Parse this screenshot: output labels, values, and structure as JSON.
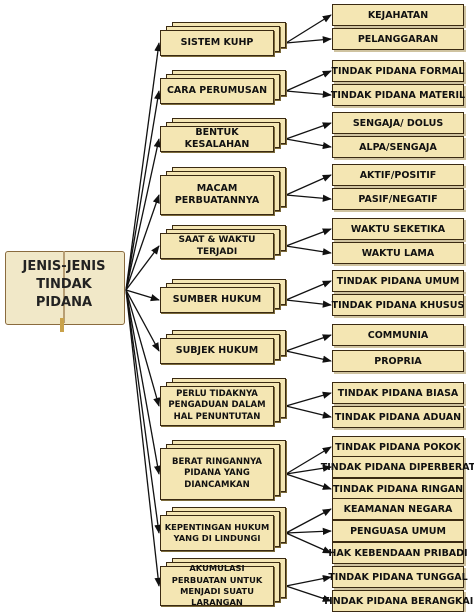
{
  "root": {
    "label": "JENIS-JENIS TINDAK PIDANA"
  },
  "categories": [
    {
      "label": "SISTEM KUHP",
      "items": [
        "KEJAHATAN",
        "PELANGGARAN"
      ]
    },
    {
      "label": "CARA PERUMUSAN",
      "items": [
        "TINDAK PIDANA FORMAL",
        "TINDAK PIDANA MATERIL"
      ]
    },
    {
      "label": "BENTUK KESALAHAN",
      "items": [
        "SENGAJA/ DOLUS",
        "ALPA/SENGAJA"
      ]
    },
    {
      "label": "MACAM PERBUATANNYA",
      "items": [
        "AKTIF/POSITIF",
        "PASIF/NEGATIF"
      ]
    },
    {
      "label": "SAAT & WAKTU TERJADI",
      "items": [
        "WAKTU SEKETIKA",
        "WAKTU LAMA"
      ]
    },
    {
      "label": "SUMBER HUKUM",
      "items": [
        "TINDAK PIDANA UMUM",
        "TINDAK PIDANA KHUSUS"
      ]
    },
    {
      "label": "SUBJEK HUKUM",
      "items": [
        "COMMUNIA",
        "PROPRIA"
      ]
    },
    {
      "label": "PERLU TIDAKNYA PENGADUAN DALAM HAL PENUNTUTAN",
      "items": [
        "TINDAK PIDANA BIASA",
        "TINDAK PIDANA ADUAN"
      ]
    },
    {
      "label": "BERAT RINGANNYA PIDANA YANG DIANCAMKAN",
      "items": [
        "TINDAK PIDANA POKOK",
        "TINDAK PIDANA DIPERBERAT",
        "TINDAK PIDANA RINGAN"
      ]
    },
    {
      "label": "KEPENTINGAN HUKUM YANG DI LINDUNGI",
      "items": [
        "KEAMANAN NEGARA",
        "PENGUASA UMUM",
        "HAK KEBENDAAN PRIBADI"
      ]
    },
    {
      "label": "AKUMULASI PERBUATAN UNTUK MENJADI SUATU LARANGAN",
      "items": [
        "TINDAK PIDANA TUNGGAL",
        "TINDAK PIDANA BERANGKAI"
      ]
    }
  ],
  "colors": {
    "box_fill": "#f4e6b3",
    "box_border": "#3a2a12",
    "line": "#111111",
    "book_cover": "#7b4a22"
  }
}
